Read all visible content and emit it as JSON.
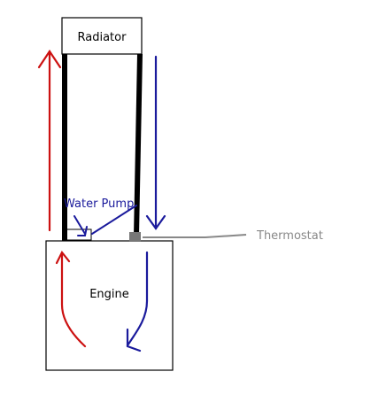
{
  "labels": {
    "radiator": "Radiator",
    "engine": "Engine",
    "water_pump": "Water Pump",
    "thermostat": "Thermostat"
  },
  "colors": {
    "outline": "#000000",
    "hot_flow": "#cc1111",
    "cool_flow": "#1a1a9c",
    "pump_label": "#1a1a9c",
    "thermostat_body": "#777777",
    "thermostat_line": "#888888",
    "thermostat_label": "#888888"
  }
}
